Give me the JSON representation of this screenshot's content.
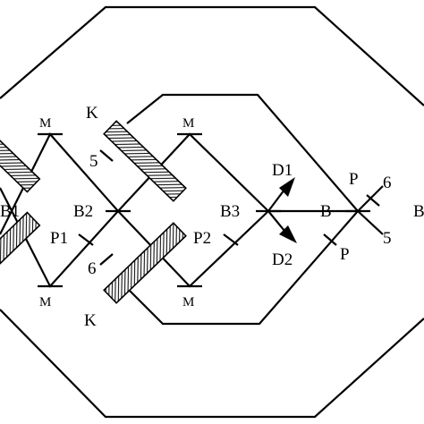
{
  "figure": {
    "labels": {
      "mirror_top_left": "M",
      "mirror_top_mid": "M",
      "mirror_bot_left": "M",
      "mirror_bot_mid": "M",
      "cell_top": "K",
      "cell_bottom": "K",
      "b1": "B1",
      "b2": "B2",
      "b3": "B3",
      "b_right": "B",
      "b_edge": "B",
      "p1": "P1",
      "p2": "P2",
      "p_top": "P",
      "p_bottom": "P",
      "d1": "D1",
      "d2": "D2",
      "n5_left": "5",
      "n6_left": "6",
      "n6_right": "6",
      "n5_right": "5"
    }
  }
}
